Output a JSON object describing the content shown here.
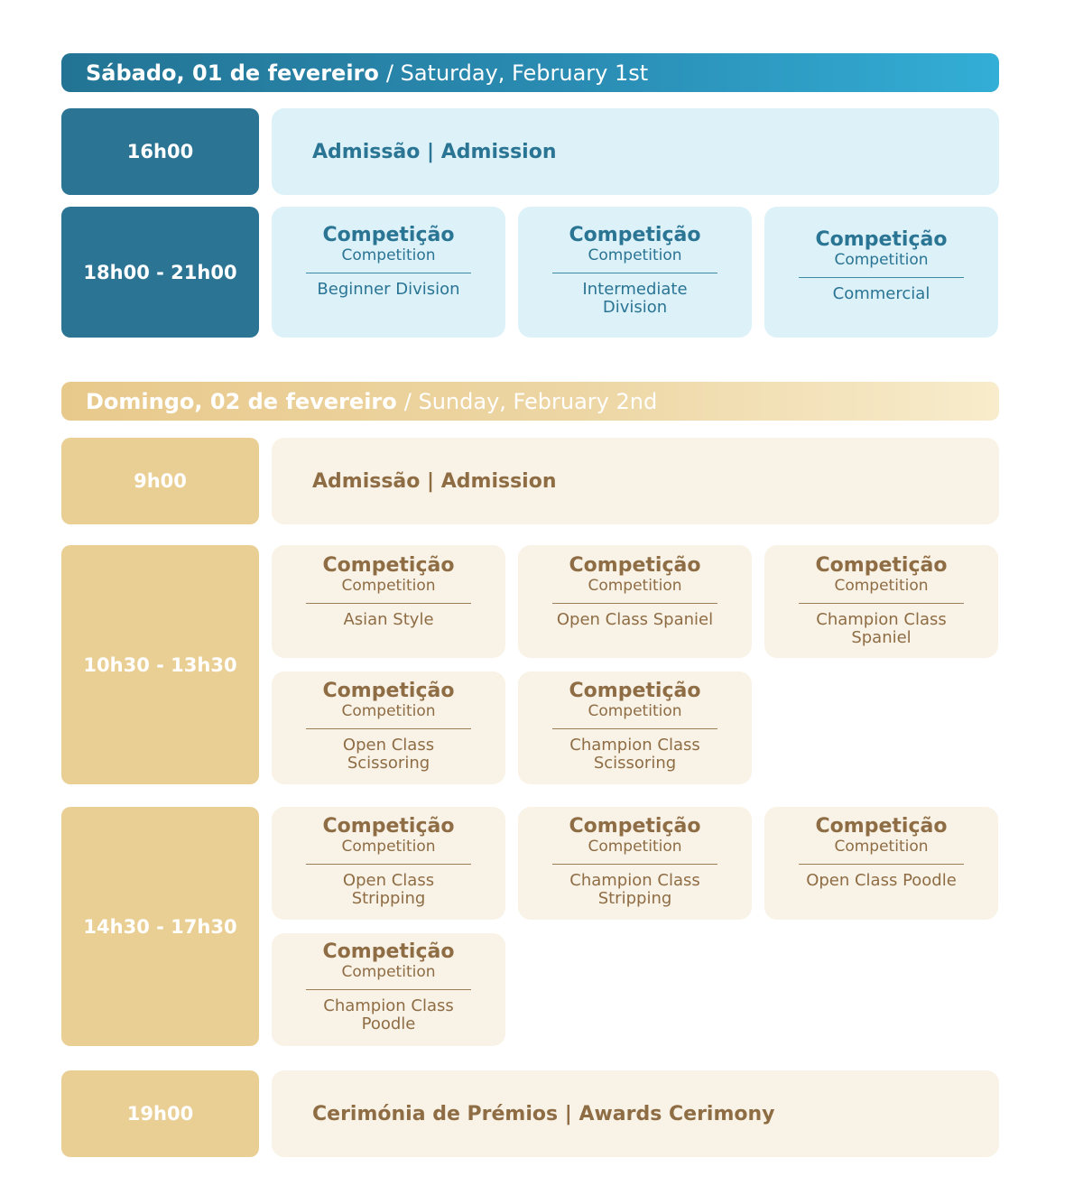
{
  "saturday": {
    "date_pt": "Sábado, 01 de fevereiro",
    "date_en": "/ Saturday, February 1st",
    "admission": {
      "time": "16h00",
      "label": "Admissão | Admission"
    },
    "block": {
      "time": "18h00 - 21h00",
      "cards": [
        {
          "title": "Competição",
          "subtitle": "Competition",
          "division": "Beginner Division"
        },
        {
          "title": "Competição",
          "subtitle": "Competition",
          "division": "Intermediate Division"
        },
        {
          "title": "Competição",
          "subtitle": "Competition",
          "division": "Commercial"
        }
      ]
    }
  },
  "sunday": {
    "date_pt": "Domingo, 02 de fevereiro",
    "date_en": "/ Sunday, February 2nd",
    "admission": {
      "time": "9h00",
      "label": "Admissão | Admission"
    },
    "block1": {
      "time": "10h30 - 13h30",
      "cards": [
        {
          "title": "Competição",
          "subtitle": "Competition",
          "division": "Asian Style"
        },
        {
          "title": "Competição",
          "subtitle": "Competition",
          "division": "Open Class Spaniel"
        },
        {
          "title": "Competição",
          "subtitle": "Competition",
          "division": "Champion Class Spaniel"
        },
        {
          "title": "Competição",
          "subtitle": "Competition",
          "division": "Open Class Scissoring"
        },
        {
          "title": "Competição",
          "subtitle": "Competition",
          "division": "Champion Class Scissoring"
        }
      ]
    },
    "block2": {
      "time": "14h30 - 17h30",
      "cards": [
        {
          "title": "Competição",
          "subtitle": "Competition",
          "division": "Open Class Stripping"
        },
        {
          "title": "Competição",
          "subtitle": "Competition",
          "division": "Champion Class Stripping"
        },
        {
          "title": "Competição",
          "subtitle": "Competition",
          "division": "Open Class Poodle"
        },
        {
          "title": "Competição",
          "subtitle": "Competition",
          "division": "Champion Class Poodle"
        }
      ]
    },
    "awards": {
      "time": "19h00",
      "label": "Cerimónia de Prémios | Awards Cerimony"
    }
  },
  "colors": {
    "saturday_accent": "#2c7494",
    "saturday_card": "#dcf1f8",
    "sunday_accent": "#eacf95",
    "sunday_card": "#f9f2e6",
    "sunday_text": "#8e6d45"
  }
}
